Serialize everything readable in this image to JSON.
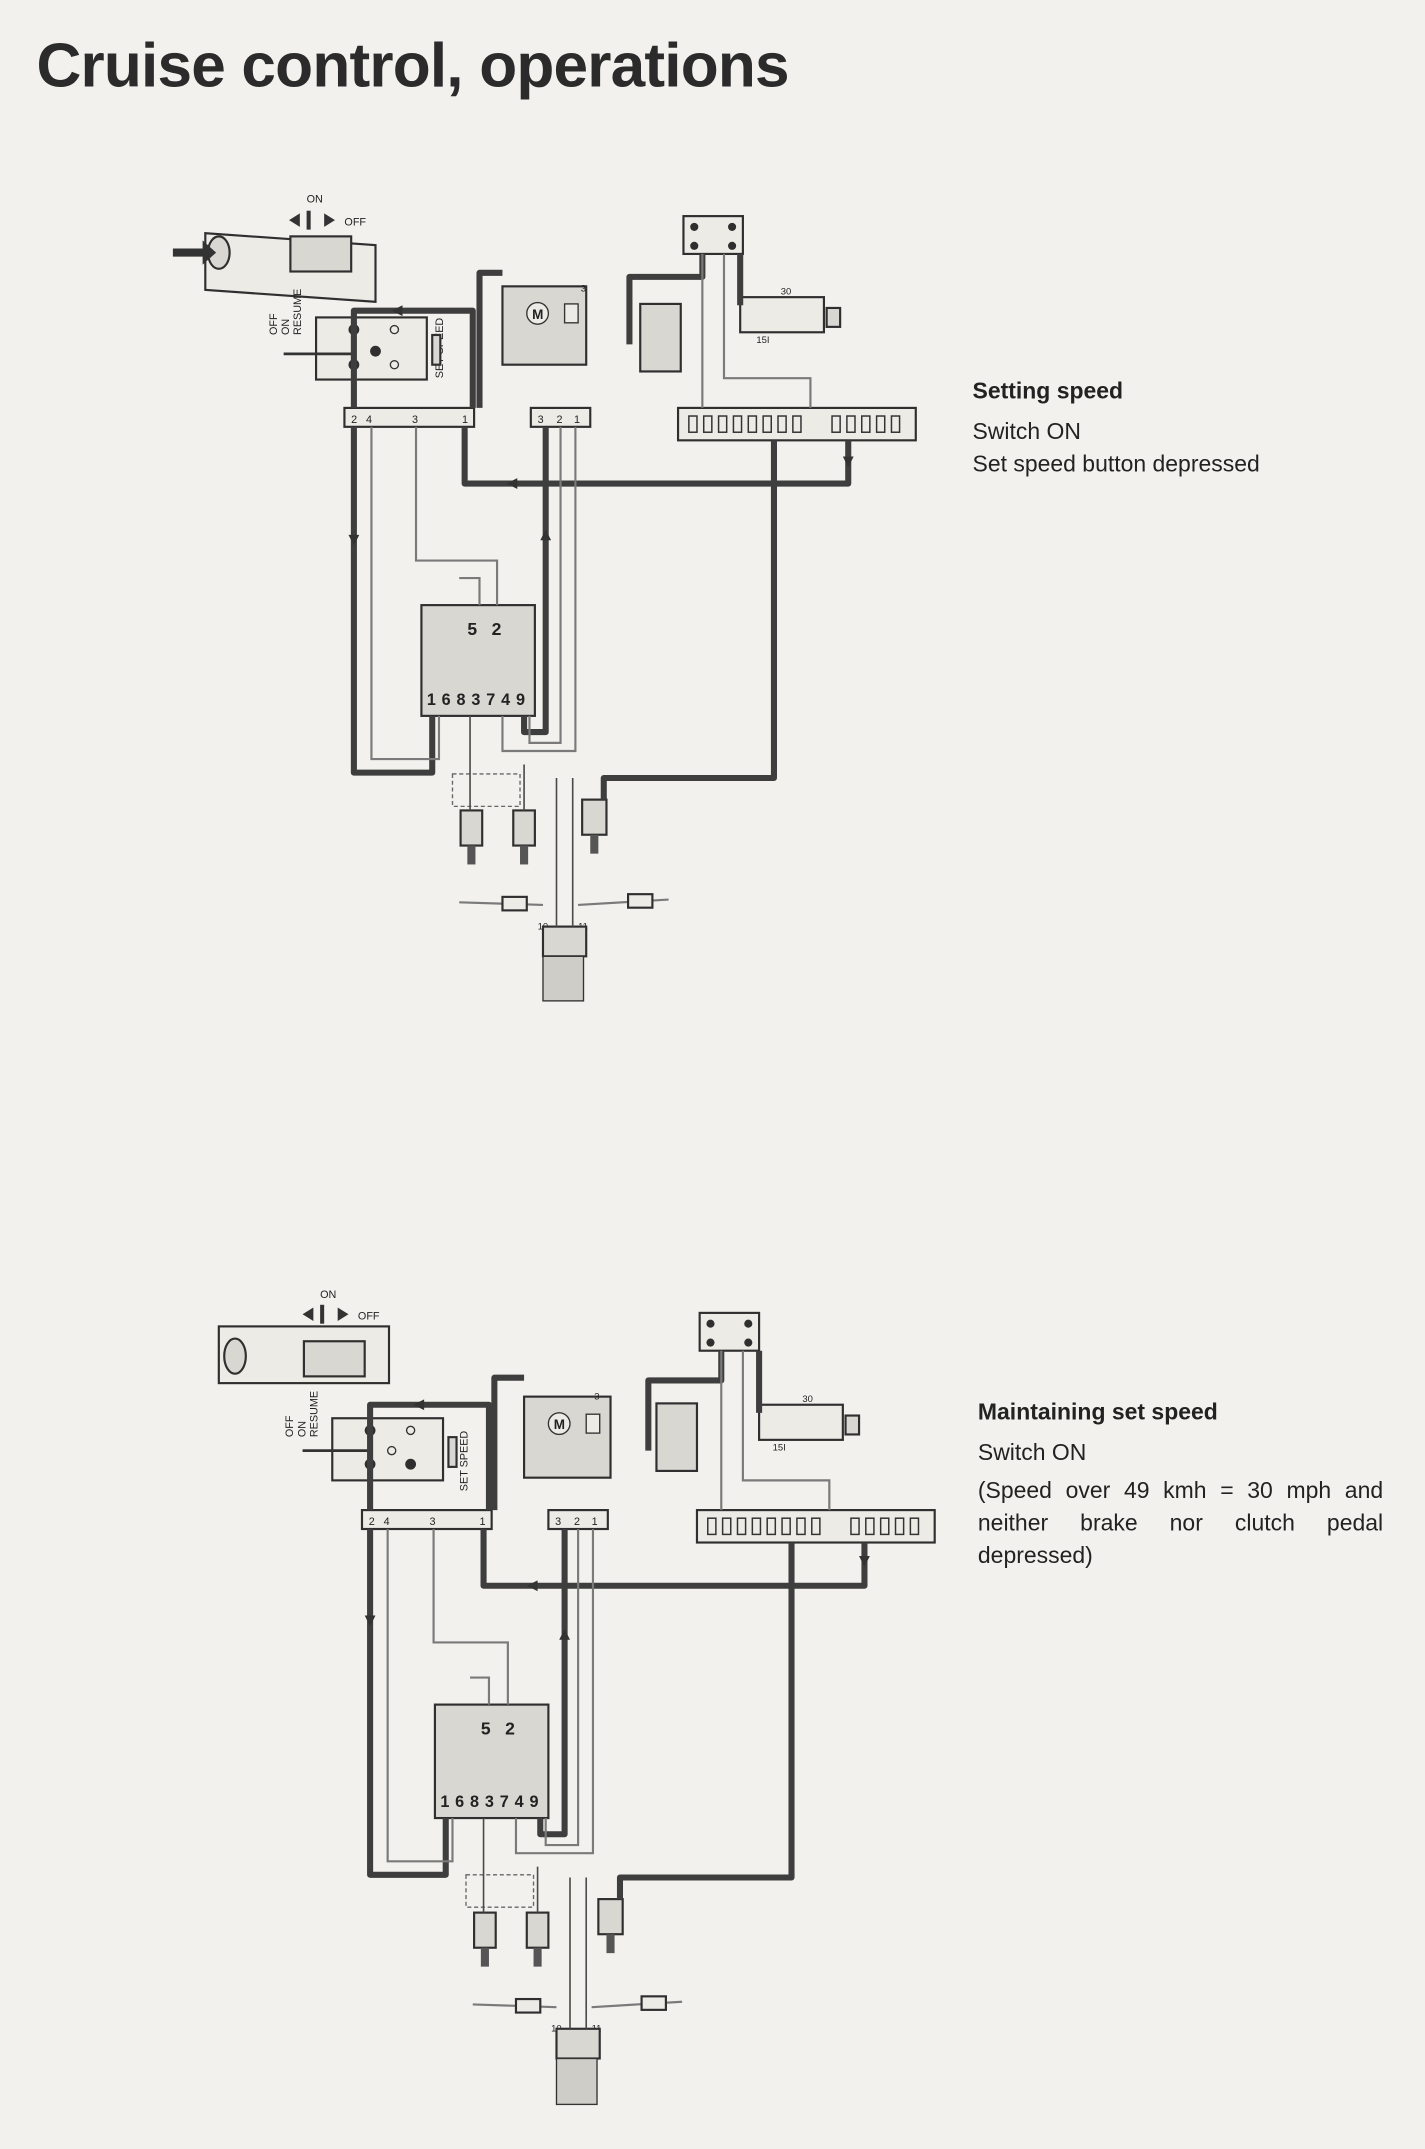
{
  "page": {
    "title": "Cruise control, operations"
  },
  "panels": [
    {
      "caption": {
        "heading": "Setting speed",
        "lines": [
          "Switch ON",
          "Set speed button depressed"
        ],
        "note": ""
      },
      "switch_labels": {
        "off": "OFF",
        "on": "ON",
        "resume": "RESUME",
        "set_speed": "SET SPEED",
        "lever_on": "ON",
        "lever_off": "OFF"
      },
      "connector_left_pins": [
        "2",
        "4",
        "3",
        "1"
      ],
      "connector_mid_pins": [
        "3",
        "2",
        "1"
      ],
      "control_unit_top_pins": [
        "5",
        "2"
      ],
      "control_unit_bottom_pins": [
        "1",
        "6",
        "8",
        "3",
        "7",
        "4",
        "9"
      ],
      "lower_pins": [
        "10",
        "11"
      ],
      "relay_pins": [
        "30",
        "15I"
      ]
    },
    {
      "caption": {
        "heading": "Maintaining set speed",
        "lines": [
          "Switch ON"
        ],
        "note": "(Speed over 49 kmh = 30 mph and neither brake nor clutch pedal depressed)"
      },
      "switch_labels": {
        "off": "OFF",
        "on": "ON",
        "resume": "RESUME",
        "set_speed": "SET SPEED",
        "lever_on": "ON",
        "lever_off": "OFF"
      },
      "connector_left_pins": [
        "2",
        "4",
        "3",
        "1"
      ],
      "connector_mid_pins": [
        "3",
        "2",
        "1"
      ],
      "control_unit_top_pins": [
        "5",
        "2"
      ],
      "control_unit_bottom_pins": [
        "1",
        "6",
        "8",
        "3",
        "7",
        "4",
        "9"
      ],
      "lower_pins": [
        "10",
        "11"
      ],
      "relay_pins": [
        "30",
        "15I"
      ]
    }
  ]
}
